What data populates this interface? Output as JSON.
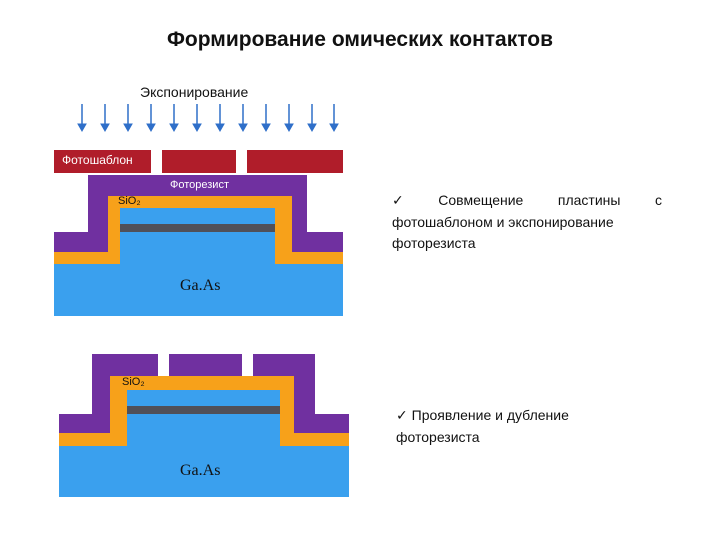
{
  "title": "Формирование омических контактов",
  "exposure_label": "Экспонирование",
  "top_diagram": {
    "mask_label": "Фотошаблон",
    "photoresist_label": "Фоторезист",
    "sio2_label": "SiO₂",
    "substrate_label": "Ga.As"
  },
  "bottom_diagram": {
    "sio2_label": "SiO₂",
    "substrate_label": "Ga.As"
  },
  "notes": {
    "check_mark": "✓",
    "step1_words": [
      "Совмещение",
      "пластины",
      "с"
    ],
    "step1_line2": "фотошаблоном и экспонирование",
    "step1_line3": "фоторезиста",
    "step2_line1": "Проявление и дубление",
    "step2_line2": "фоторезиста"
  },
  "colors": {
    "substrate": "#3aa0ee",
    "sio2": "#f7a11a",
    "photoresist": "#7030a0",
    "mask": "#b01d2a",
    "metal": "#505058",
    "arrow": "#2f6fc9"
  }
}
